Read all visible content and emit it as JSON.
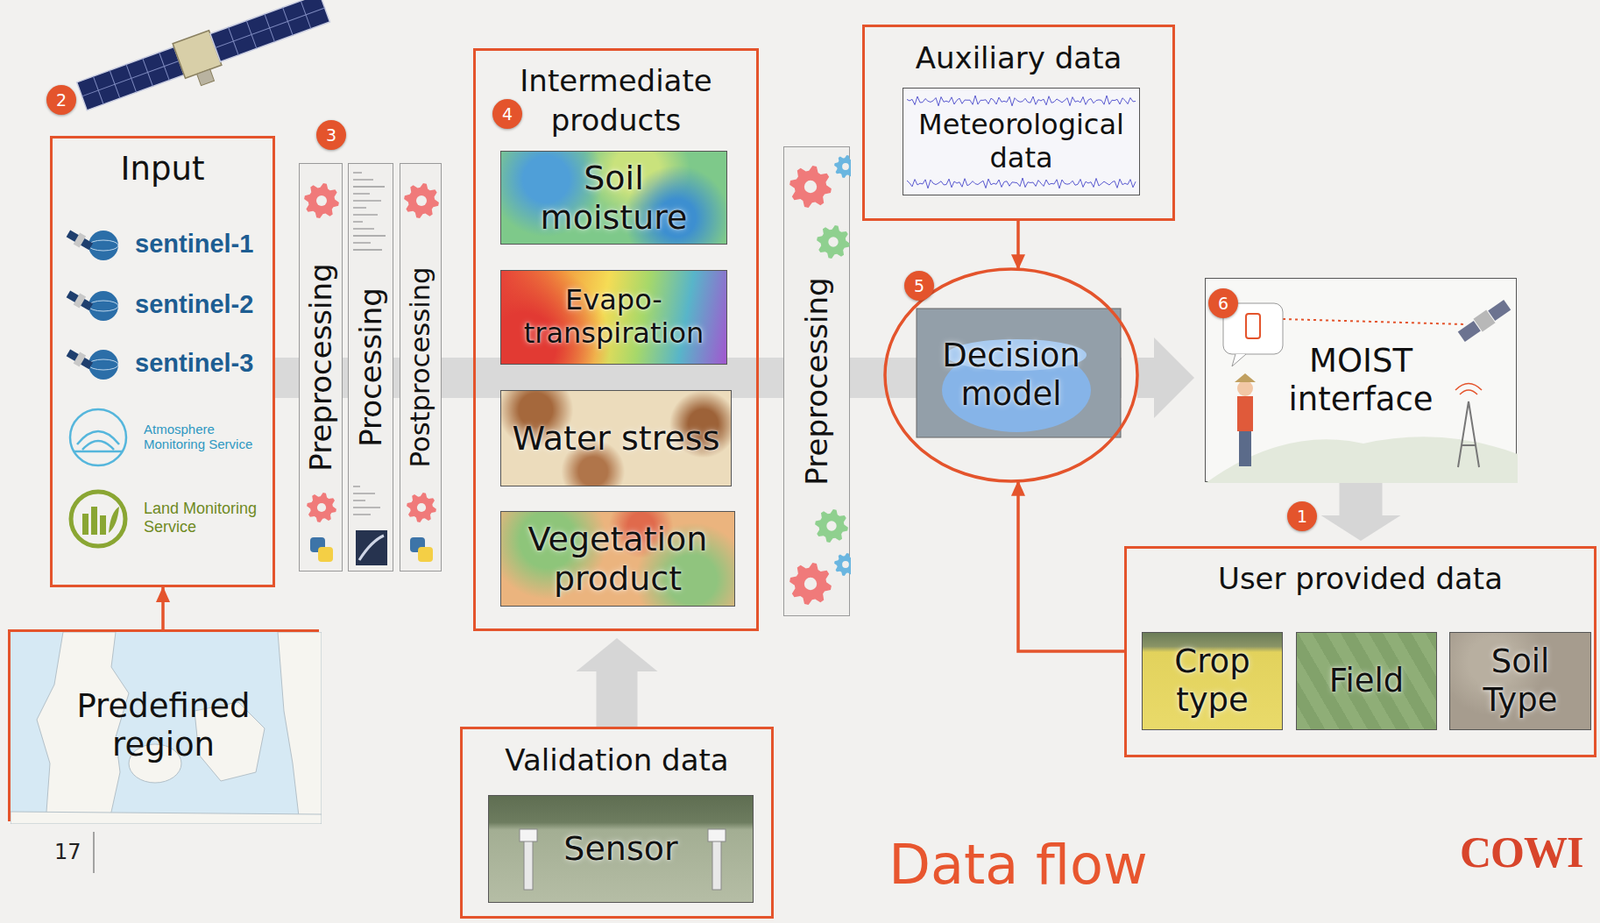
{
  "diagram": {
    "title": "Data flow",
    "nodes": [
      {
        "text": [
          "Input",
          "sentinel-1",
          "sentinel-2",
          "sentinel-3",
          "Atmosphere Monitoring Service",
          "Land Monitoring Service"
        ]
      },
      {
        "text": [
          "Predefined region"
        ]
      },
      {
        "text": [
          "Preprocessing"
        ]
      },
      {
        "text": [
          "Processing"
        ]
      },
      {
        "text": [
          "Postprocessing"
        ]
      },
      {
        "text": [
          "Intermediate products"
        ]
      },
      {
        "text": [
          "Soil moisture"
        ],
        "in": 5
      },
      {
        "text": [
          "Evapo- transpiration"
        ],
        "in": 5
      },
      {
        "text": [
          "Water stress"
        ],
        "in": 5
      },
      {
        "text": [
          "Vegetation product"
        ],
        "in": 5
      },
      {
        "text": [
          "Validation data"
        ]
      },
      {
        "text": [
          "Sensor"
        ],
        "in": 10
      },
      {
        "text": [
          "Preprocessing"
        ]
      },
      {
        "text": [
          "Auxiliary data"
        ]
      },
      {
        "text": [
          "Meteorological data"
        ],
        "in": 13
      },
      {
        "text": [
          "Decision model"
        ]
      },
      {
        "text": [
          "MOIST interface"
        ]
      },
      {
        "text": [
          "User provided data"
        ]
      },
      {
        "text": [
          "Crop type"
        ],
        "in": 17
      },
      {
        "text": [
          "Field"
        ],
        "in": 17
      },
      {
        "text": [
          "Soil Type"
        ],
        "in": 17
      }
    ],
    "edges": [
      {
        "from": 1,
        "to": 0,
        "arrow": "to"
      },
      {
        "from": 10,
        "to": 5,
        "arrow": "to"
      },
      {
        "from": 13,
        "to": 15,
        "arrow": "to"
      },
      {
        "from": 17,
        "to": 15,
        "arrow": "to"
      },
      {
        "from": 15,
        "to": 16,
        "arrow": "to"
      },
      {
        "from": 16,
        "to": 17,
        "arrow": "to"
      }
    ],
    "labels": [
      "2",
      "3",
      "4",
      "5",
      "6",
      "1",
      "17",
      "COWI"
    ]
  }
}
